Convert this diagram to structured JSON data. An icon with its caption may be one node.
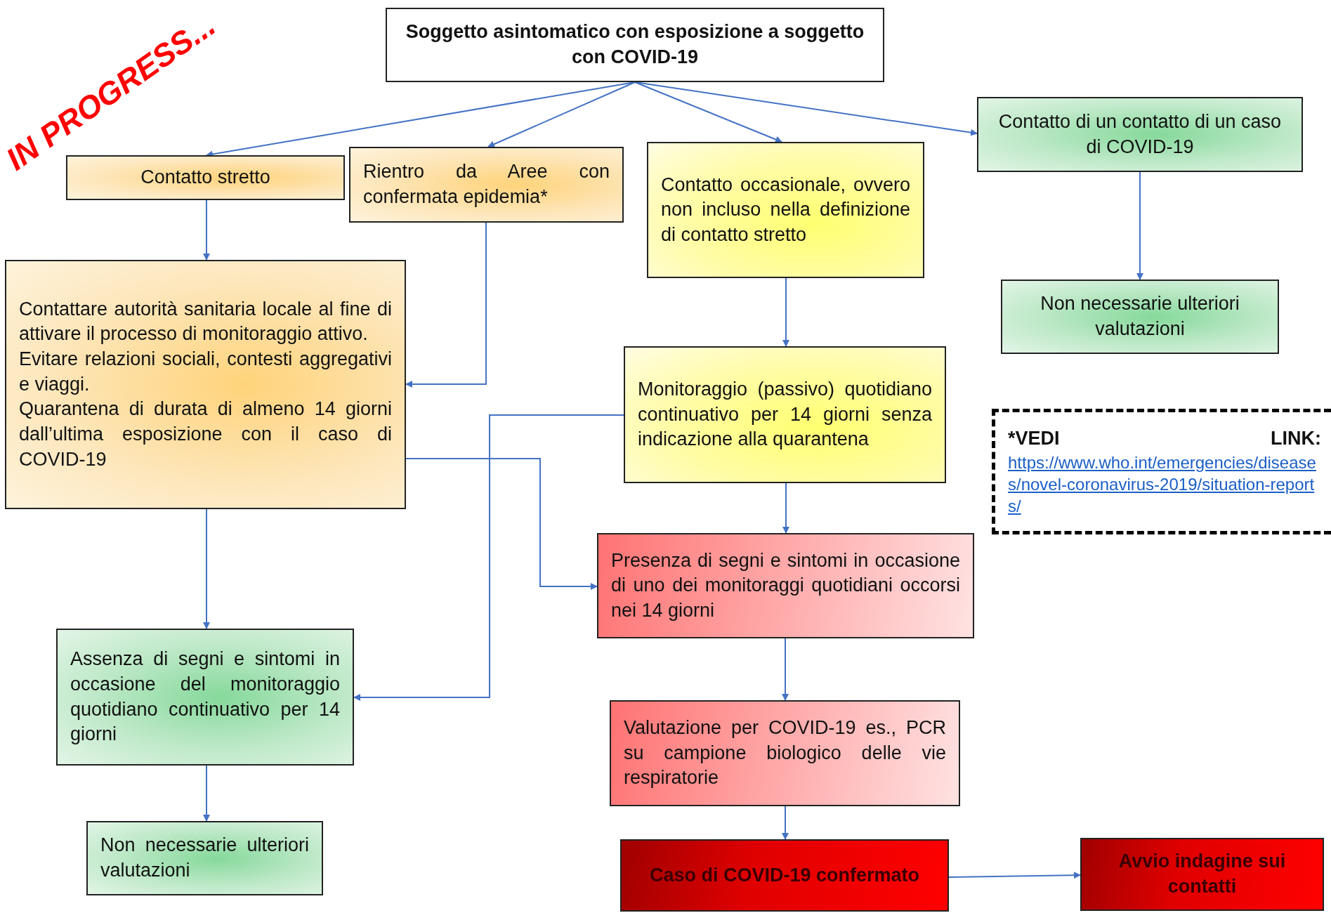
{
  "diagram": {
    "nodes": [
      {
        "text": [
          "Soggetto asintomatico con esposizione a soggetto con COVID-19"
        ]
      },
      {
        "text": [
          "Contatto stretto"
        ]
      },
      {
        "text": [
          "Rientro da Aree con confermata epidemia*"
        ]
      },
      {
        "text": [
          "Contatto occasionale, ovvero non incluso nella definizione di contatto stretto"
        ]
      },
      {
        "text": [
          "Contatto di un contatto di un caso di COVID-19"
        ]
      },
      {
        "text": [
          "Contattare autorità sanitaria locale al fine di attivare il processo di monitoraggio attivo.",
          "Evitare relazioni sociali, contesti aggregativi e viaggi.",
          "Quarantena di durata di almeno 14 giorni dall’ultima esposizione con il caso di COVID-19"
        ]
      },
      {
        "text": [
          "Non necessarie ulteriori valutazioni"
        ]
      },
      {
        "text": [
          "Monitoraggio (passivo) quotidiano continuativo per 14 giorni senza indicazione alla quarantena"
        ]
      },
      {
        "text": [
          "Presenza di segni e sintomi in occasione di uno dei monitoraggi quotidiani occorsi nei 14 giorni"
        ]
      },
      {
        "text": [
          "Assenza di segni e sintomi in occasione del monitoraggio quotidiano continuativo per 14 giorni"
        ]
      },
      {
        "text": [
          "Valutazione per COVID-19 es., PCR su campione biologico delle vie respiratorie"
        ]
      },
      {
        "text": [
          "Non necessarie ulteriori valutazioni"
        ]
      },
      {
        "text": [
          "Caso di COVID-19 confermato"
        ]
      },
      {
        "text": [
          "Avvio indagine sui contatti"
        ]
      },
      {
        "text": [
          "*VEDI LINK:",
          "https://www.who.int/emergencies/diseases/novel-coronavirus-2019/situation-reports/"
        ]
      }
    ],
    "edges": [
      {
        "from": 0,
        "to": 1,
        "arrow": "to"
      },
      {
        "from": 0,
        "to": 2,
        "arrow": "to"
      },
      {
        "from": 0,
        "to": 3,
        "arrow": "to"
      },
      {
        "from": 0,
        "to": 4,
        "arrow": "to"
      },
      {
        "from": 1,
        "to": 5,
        "arrow": "to"
      },
      {
        "from": 2,
        "to": 5,
        "arrow": "to"
      },
      {
        "from": 3,
        "to": 7,
        "arrow": "to"
      },
      {
        "from": 4,
        "to": 6,
        "arrow": "to"
      },
      {
        "from": 5,
        "to": 9,
        "arrow": "to"
      },
      {
        "from": 5,
        "to": 8,
        "arrow": "to"
      },
      {
        "from": 7,
        "to": 9,
        "arrow": "to"
      },
      {
        "from": 7,
        "to": 8,
        "arrow": "to"
      },
      {
        "from": 8,
        "to": 10,
        "arrow": "to"
      },
      {
        "from": 10,
        "to": 12,
        "arrow": "to"
      },
      {
        "from": 12,
        "to": 13,
        "arrow": "to"
      },
      {
        "from": 9,
        "to": 11,
        "arrow": "to"
      }
    ],
    "labels": [
      "IN PROGRESS..."
    ]
  }
}
